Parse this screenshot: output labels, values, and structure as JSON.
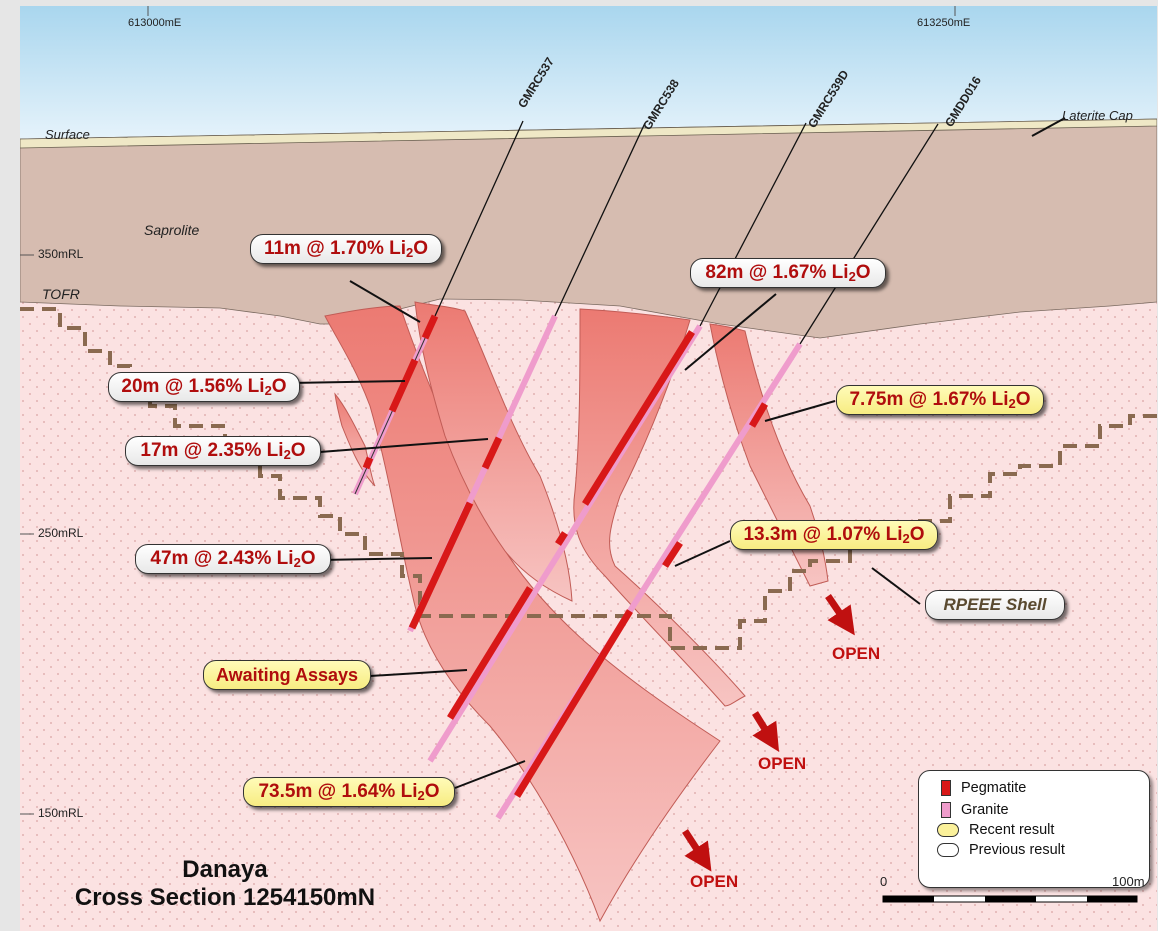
{
  "eastings": [
    "613000mE",
    "613250mE"
  ],
  "rl_labels": [
    "350mRL",
    "250mRL",
    "150mRL"
  ],
  "layer_labels": {
    "surface": "Surface",
    "laterite": "Laterite Cap",
    "saprolite": "Saprolite",
    "tofr": "TOFR",
    "rpeee": "RPEEE Shell"
  },
  "holes": [
    "GMRC537",
    "GMRC538",
    "GMRC539D",
    "GMDD016"
  ],
  "intercepts": [
    {
      "text_a": "11m @ 1.70% Li",
      "type": "previous"
    },
    {
      "text_a": "82m @ 1.67% Li",
      "type": "previous"
    },
    {
      "text_a": "20m @ 1.56% Li",
      "type": "previous"
    },
    {
      "text_a": "7.75m @ 1.67% Li",
      "type": "recent"
    },
    {
      "text_a": "17m @ 2.35% Li",
      "type": "previous"
    },
    {
      "text_a": "13.3m @ 1.07% Li",
      "type": "recent"
    },
    {
      "text_a": "47m @ 2.43% Li",
      "type": "previous"
    },
    {
      "text_a": "73.5m @ 1.64% Li",
      "type": "recent"
    }
  ],
  "li2o_sub": "2",
  "li2o_tail": "O",
  "awaiting": "Awaiting Assays",
  "open_label": "OPEN",
  "legend": {
    "pegmatite": "Pegmatite",
    "granite": "Granite",
    "recent": "Recent result",
    "previous": "Previous result"
  },
  "scale": {
    "start": "0",
    "end": "100m"
  },
  "title": {
    "line1": "Danaya",
    "line2": "Cross Section 1254150mN"
  },
  "colors": {
    "sky": "#bfe0f2",
    "saprolite": "#d8beb2",
    "granite_bg": "#fbe3e3",
    "pegmatite": "#ee8078",
    "hole_peg": "#d81818",
    "hole_granite": "#ef9ccc",
    "recent_fill": "#fbf19a",
    "open_red": "#c01010"
  }
}
